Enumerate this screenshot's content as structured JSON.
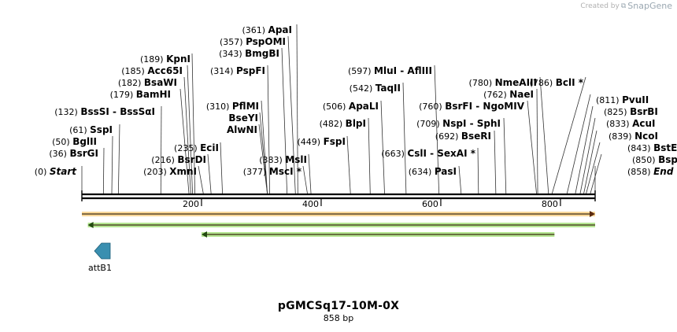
{
  "credit": {
    "prefix": "Created by",
    "brand": "SnapGene"
  },
  "map": {
    "name": "pGMCSq17-10M-0X",
    "length_label": "858 bp",
    "length_bp": 858
  },
  "colors": {
    "orange_feature": "#f4a81c",
    "green_feature": "#5bc80e",
    "attb_feature": "#3a8fb0",
    "axis": "#000000"
  },
  "ruler": {
    "ticks": [
      200,
      400,
      600,
      800
    ]
  },
  "sites": [
    {
      "pos": "(0)",
      "name": "Start",
      "bp": 0,
      "italic": true
    },
    {
      "pos": "(36)",
      "name": "BsrGI",
      "bp": 36
    },
    {
      "pos": "(50)",
      "name": "BglII",
      "bp": 50
    },
    {
      "pos": "(61)",
      "name": "SspI",
      "bp": 61
    },
    {
      "pos": "(132)",
      "name": "BssSI - BssSαI",
      "bp": 132
    },
    {
      "pos": "(179)",
      "name": "BamHI",
      "bp": 179
    },
    {
      "pos": "(182)",
      "name": "BsaWI",
      "bp": 182
    },
    {
      "pos": "(185)",
      "name": "Acc65I",
      "bp": 185
    },
    {
      "pos": "(189)",
      "name": "KpnI",
      "bp": 189
    },
    {
      "pos": "(203)",
      "name": "XmnI",
      "bp": 203
    },
    {
      "pos": "(216)",
      "name": "BsrDI",
      "bp": 216
    },
    {
      "pos": "(235)",
      "name": "EciI",
      "bp": 235
    },
    {
      "pos": "",
      "name": "AlwNI",
      "bp": 310
    },
    {
      "pos": "",
      "name": "BseYI",
      "bp": 310
    },
    {
      "pos": "(310)",
      "name": "PflMI",
      "bp": 310
    },
    {
      "pos": "(314)",
      "name": "PspFI",
      "bp": 314
    },
    {
      "pos": "(343)",
      "name": "BmgBI",
      "bp": 343
    },
    {
      "pos": "(357)",
      "name": "PspOMI",
      "bp": 357
    },
    {
      "pos": "(361)",
      "name": "ApaI",
      "bp": 361
    },
    {
      "pos": "(377)",
      "name": "MscI *",
      "bp": 377
    },
    {
      "pos": "(383)",
      "name": "MslI",
      "bp": 383
    },
    {
      "pos": "(449)",
      "name": "FspI",
      "bp": 449
    },
    {
      "pos": "(482)",
      "name": "BlpI",
      "bp": 482
    },
    {
      "pos": "(506)",
      "name": "ApaLI",
      "bp": 506
    },
    {
      "pos": "(542)",
      "name": "TaqII",
      "bp": 542
    },
    {
      "pos": "(597)",
      "name": "MluI - AflIII",
      "bp": 597
    },
    {
      "pos": "(634)",
      "name": "PasI",
      "bp": 634
    },
    {
      "pos": "(663)",
      "name": "CslI - SexAI *",
      "bp": 663
    },
    {
      "pos": "(692)",
      "name": "BseRI",
      "bp": 692
    },
    {
      "pos": "(709)",
      "name": "NspI - SphI",
      "bp": 709
    },
    {
      "pos": "(760)",
      "name": "BsrFI - NgoMIV",
      "bp": 760
    },
    {
      "pos": "(762)",
      "name": "NaeI",
      "bp": 762
    },
    {
      "pos": "(780)",
      "name": "NmeAIII",
      "bp": 780
    },
    {
      "pos": "(786)",
      "name": "BclI *",
      "bp": 786
    },
    {
      "pos": "(811)",
      "name": "PvuII",
      "bp": 811
    },
    {
      "pos": "(825)",
      "name": "BsrBI",
      "bp": 825
    },
    {
      "pos": "(833)",
      "name": "AcuI",
      "bp": 833
    },
    {
      "pos": "(839)",
      "name": "NcoI",
      "bp": 839
    },
    {
      "pos": "(843)",
      "name": "BstEII",
      "bp": 843
    },
    {
      "pos": "(850)",
      "name": "BspHI",
      "bp": 850
    },
    {
      "pos": "(858)",
      "name": "End",
      "bp": 858,
      "italic": true
    }
  ],
  "features": [
    {
      "name": "orange-feature",
      "color": "#f4a81c",
      "start": 0,
      "end": 858,
      "dir": "forward"
    },
    {
      "name": "green-feature-long",
      "color": "#5bc80e",
      "start": 10,
      "end": 858,
      "dir": "reverse"
    },
    {
      "name": "green-feature-short",
      "color": "#5bc80e",
      "start": 200,
      "end": 790,
      "dir": "reverse"
    },
    {
      "name": "attB1",
      "label": "attB1",
      "color": "#3a8fb0",
      "dir": "reverse"
    }
  ]
}
